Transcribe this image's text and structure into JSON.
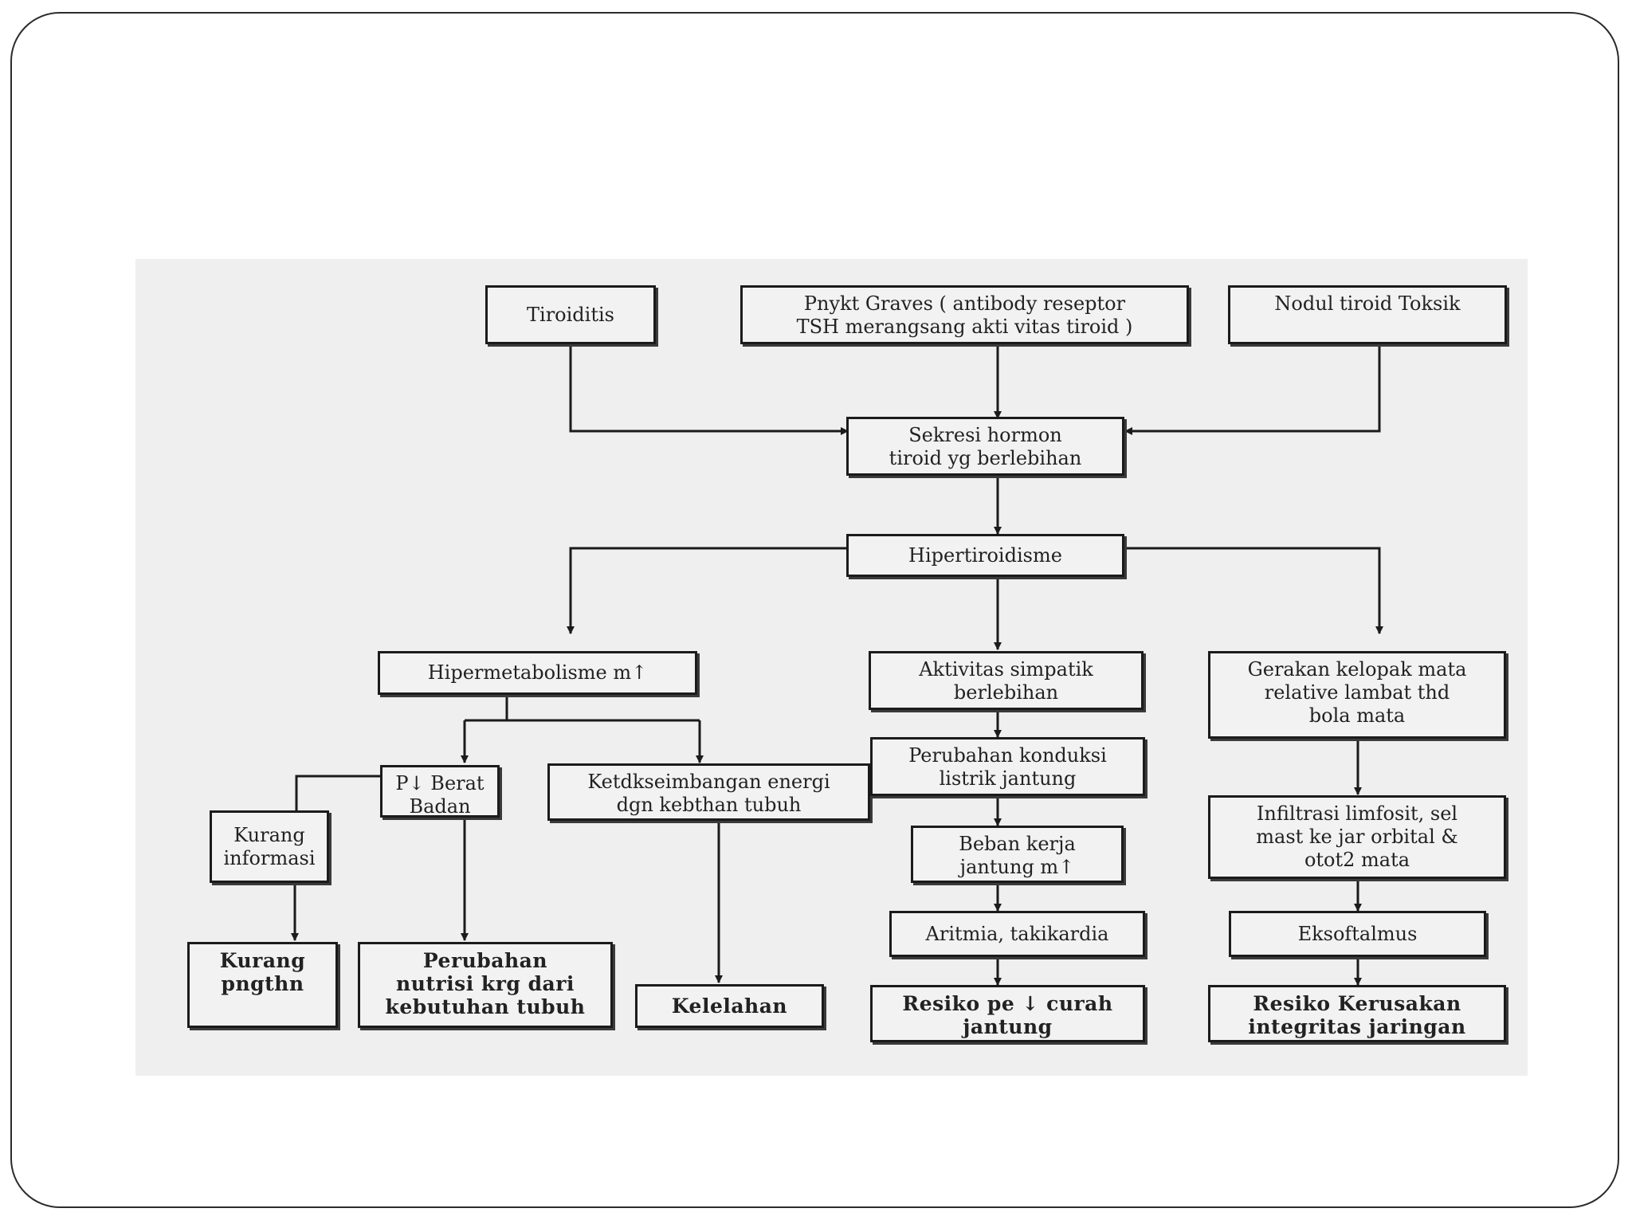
{
  "nodes": {
    "tiroiditis": "Tiroiditis",
    "graves": "Pnykt Graves ( antibody reseptor\nTSH merangsang akti vitas tiroid )",
    "nodul": "Nodul tiroid Toksik",
    "sekresi": "Sekresi hormon\ntiroid yg berlebihan",
    "hipertiroidisme": "Hipertiroidisme",
    "hipermetabolisme": "Hipermetabolisme m↑",
    "aktivitas": "Aktivitas simpatik\nberlebihan",
    "gerakan": "Gerakan kelopak mata\nrelative lambat thd\nbola mata",
    "berat_badan": "P↓ Berat\nBadan",
    "ketdk": "Ketdkseimbangan energi\ndgn kebthan tubuh",
    "konduksi": "Perubahan konduksi\nlistrik jantung",
    "kurang_info": "Kurang\ninformasi",
    "beban": "Beban kerja\njantung m↑",
    "infiltrasi": "Infiltrasi limfosit, sel\nmast ke jar orbital &\notot2 mata",
    "aritmia": "Aritmia, takikardia",
    "eksoftalmus": "Eksoftalmus",
    "kurang_pngthn": "Kurang\npngthn",
    "perubahan_nutrisi": "Perubahan\nnutrisi krg dari\nkebutuhan tubuh",
    "kelelahan": "Kelelahan",
    "resiko_curah": "Resiko pe ↓ curah\njantung",
    "resiko_kerusakan": "Resiko Kerusakan\nintegritas jaringan"
  }
}
